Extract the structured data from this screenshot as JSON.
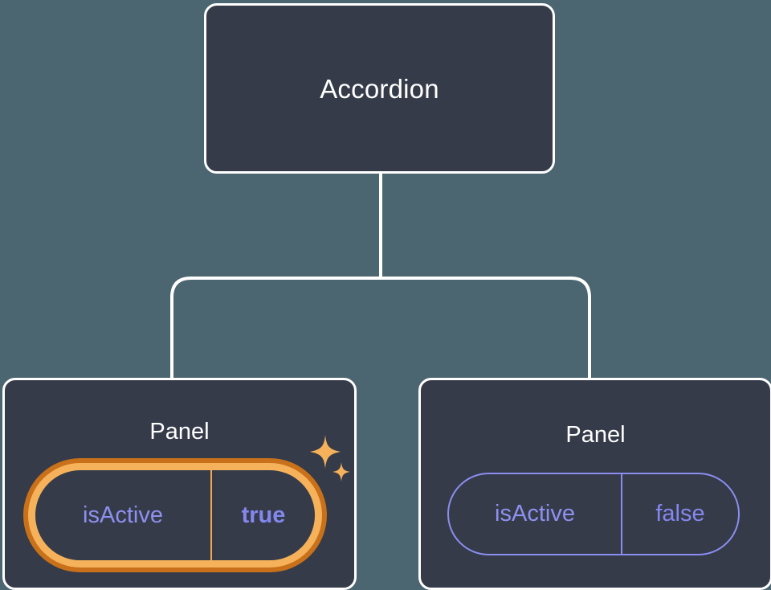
{
  "diagram": {
    "type": "component-tree",
    "background_color": "#4b6670",
    "node_fill_color": "#353b49",
    "node_border_color": "#ffffff",
    "connector_color": "#ffffff",
    "accent_highlight_color": "#f6b25a",
    "accent_highlight_outer_color": "#c8711a",
    "prop_text_color": "#8b8ef0"
  },
  "root": {
    "label": "Accordion"
  },
  "children": [
    {
      "label": "Panel",
      "highlighted": true,
      "prop": {
        "key": "isActive",
        "value": "true",
        "bold_value": true
      },
      "decoration": "sparkles-icon"
    },
    {
      "label": "Panel",
      "highlighted": false,
      "prop": {
        "key": "isActive",
        "value": "false",
        "bold_value": false
      }
    }
  ]
}
